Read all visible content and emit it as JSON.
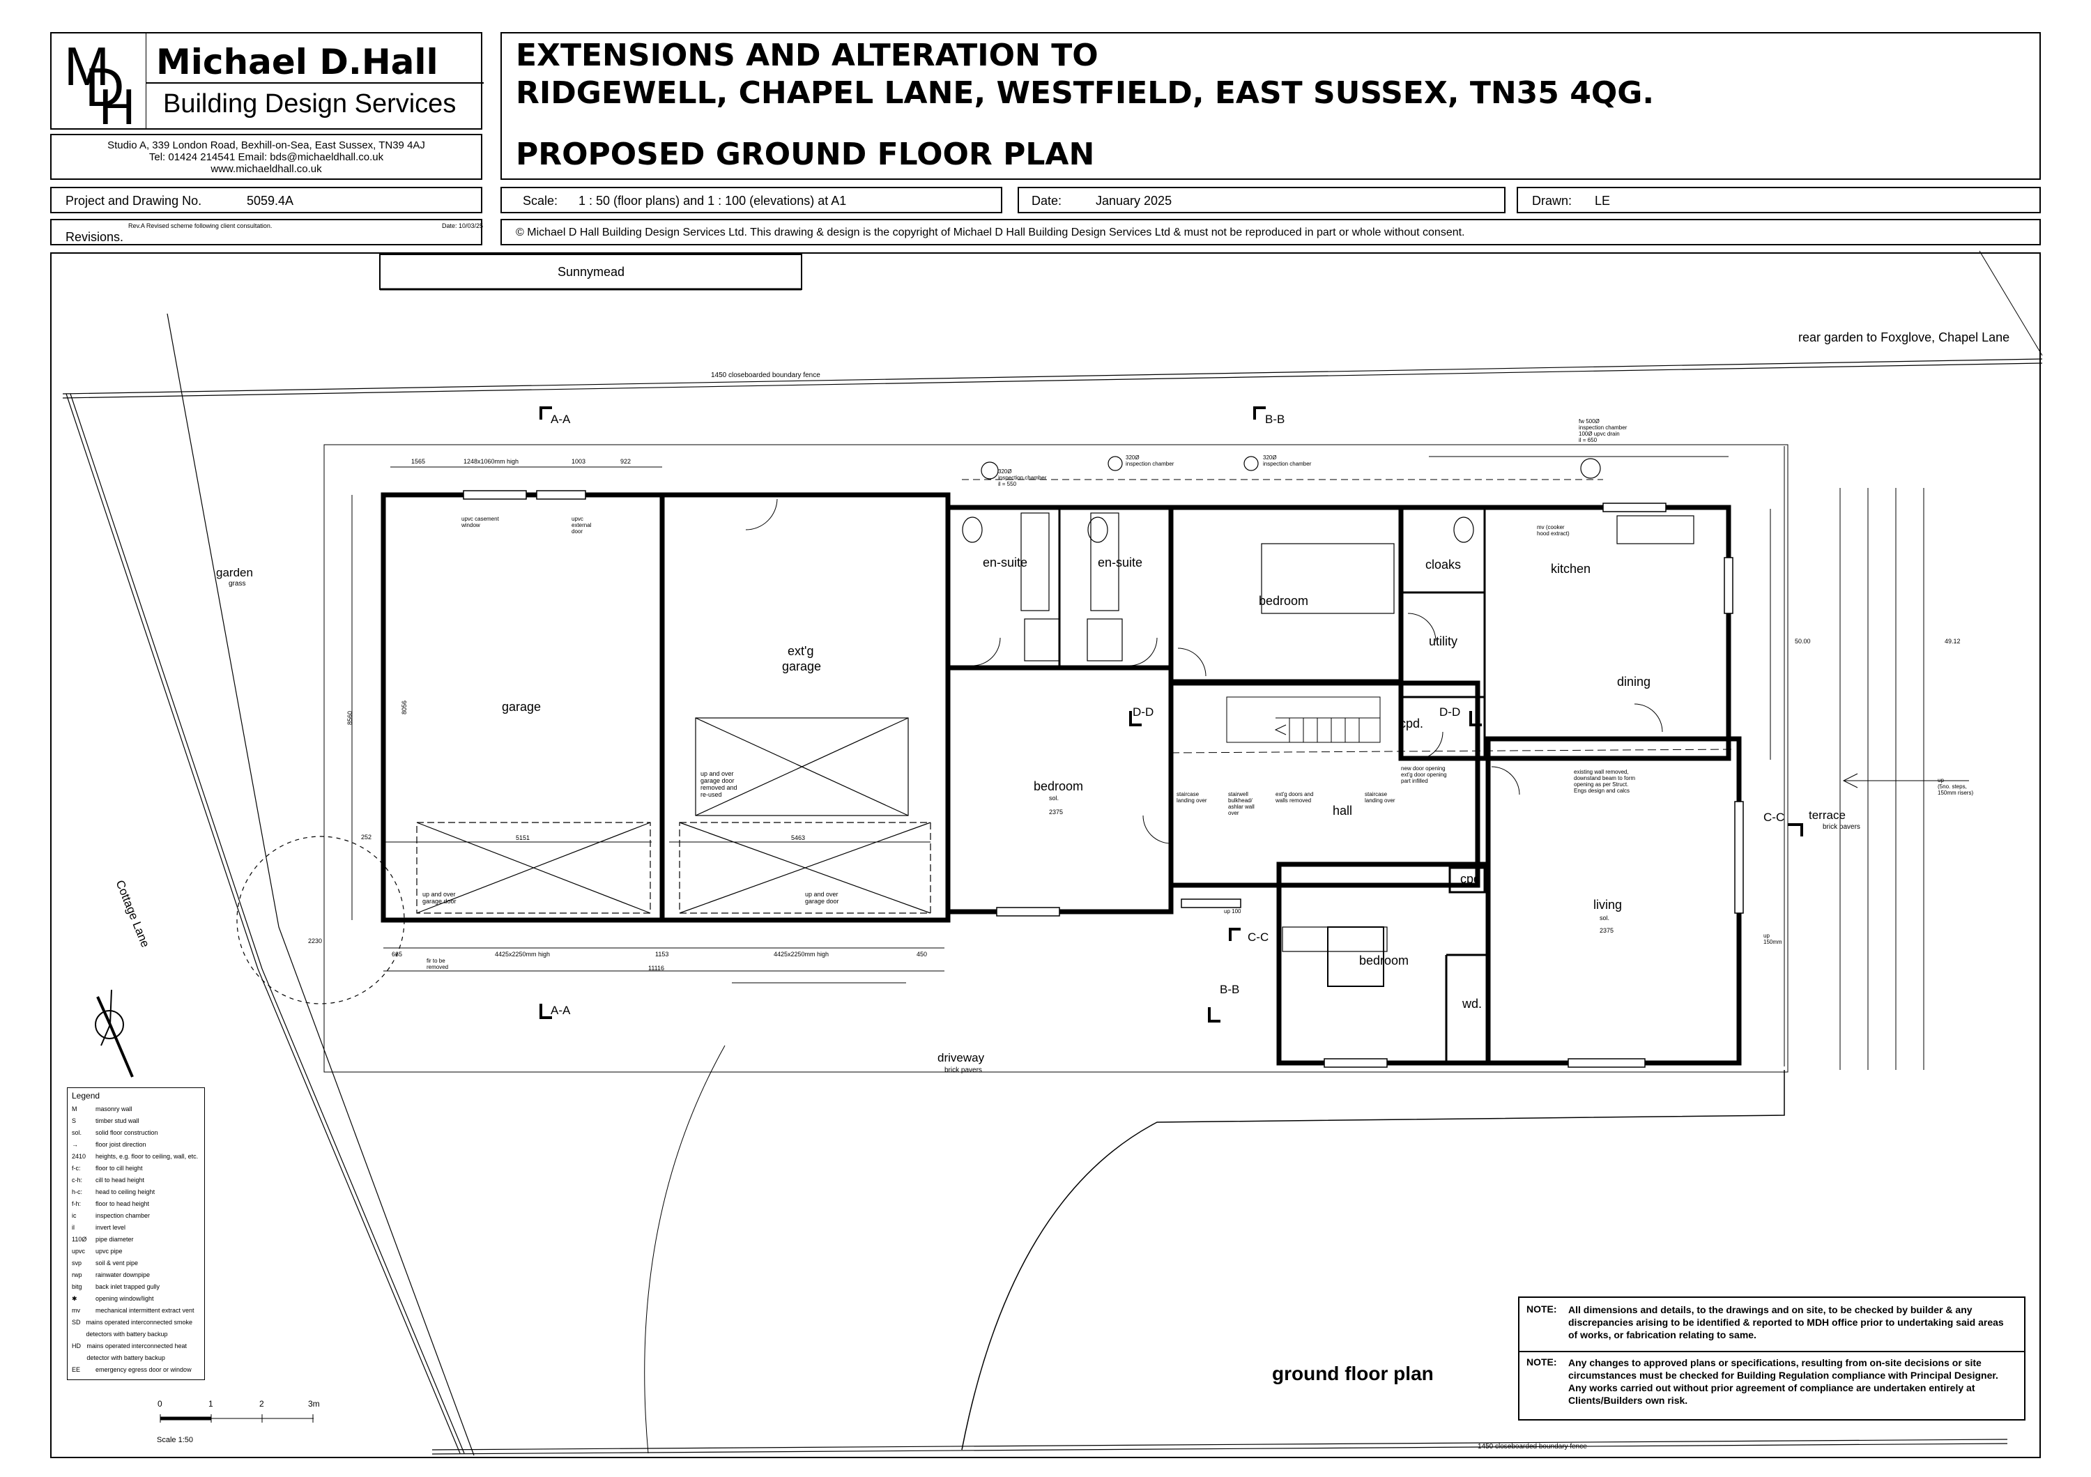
{
  "brand": {
    "monogram": "MDH",
    "name": "Michael D.Hall",
    "subtitle": "Building Design Services"
  },
  "office": {
    "address": "Studio A,  339 London Road,  Bexhill-on-Sea,  East Sussex,  TN39 4AJ",
    "contact": "Tel: 01424 214541    Email: bds@michaeldhall.co.uk",
    "web": "www.michaeldhall.co.uk"
  },
  "title": {
    "line1": "EXTENSIONS AND ALTERATION TO",
    "line2": "RIDGEWELL, CHAPEL LANE, WESTFIELD, EAST SUSSEX, TN35 4QG.",
    "line3": "PROPOSED GROUND FLOOR PLAN"
  },
  "info": {
    "project_label": "Project and Drawing No.",
    "project_no": "5059.4A",
    "scale_label": "Scale:",
    "scale_value": "1 : 50 (floor plans) and 1 : 100 (elevations) at A1",
    "date_label": "Date:",
    "date_value": "January 2025",
    "drawn_label": "Drawn:",
    "drawn_value": "LE",
    "revisions_label": "Revisions.",
    "rev_text": "Rev.A    Revised scheme following client consultation.",
    "rev_date": "Date: 10/03/25",
    "copyright": "© Michael D Hall Building Design Services Ltd. This drawing & design is the copyright of Michael D Hall Building Design Services Ltd & must not be reproduced in part or whole without consent."
  },
  "site": {
    "sunnymead": "Sunnymead",
    "rear_garden": "rear garden to Foxglove, Chapel Lane",
    "fence_top": "1450  closeboarded boundary fence",
    "fence_bottom": "1450  closeboarded boundary fence",
    "garden": "garden",
    "garden_sub": "grass",
    "cottage_lane": "Cottage Lane",
    "driveway": "driveway",
    "driveway_sub": "brick pavers",
    "terrace": "terrace",
    "terrace_sub": "brick pavers",
    "plan_title": "ground floor plan"
  },
  "rooms": {
    "garage": "garage",
    "ext_garage_1": "ext'g",
    "ext_garage_2": "garage",
    "ensuite_1": "en-suite",
    "ensuite_2": "en-suite",
    "bedroom_1": "bedroom",
    "bedroom_2": "bedroom",
    "bedroom_3": "bedroom",
    "cloaks": "cloaks",
    "kitchen": "kitchen",
    "utility": "utility",
    "dining": "dining",
    "cpd_1": "cpd.",
    "cpd_2": "cpd",
    "hall": "hall",
    "living": "living",
    "wd": "wd."
  },
  "sections": {
    "aa": "A-A",
    "bb": "B-B",
    "cc": "C-C",
    "dd": "D-D"
  },
  "annotations": {
    "garage_door_1": "up and over\ngarage door",
    "garage_door_2": "up and over\ngarage door",
    "old_garage_door": "up and over\ngarage door\nremoved and\nre-used",
    "door_size_1": "4425x2250mm high",
    "door_size_2": "4425x2250mm high",
    "dim_11116": "11116",
    "dim_665": "665",
    "dim_1153": "1153",
    "dim_450": "450",
    "dim_5151": "5151",
    "dim_5463": "5463",
    "dim_2230": "2230",
    "dim_252": "252",
    "dim_8560": "8560",
    "dim_8056": "8056",
    "dim_1565": "1565",
    "dim_1248": "1248x1060mm high",
    "dim_922": "922",
    "dim_1003": "1003",
    "win_note": "upvc casement\nwindow",
    "ext_door": "upvc\nexternal\ndoor",
    "inspection_1": "320Ø\ninspection chamber\nil = 550",
    "inspection_2": "320Ø\ninspection chamber",
    "inspection_3": "320Ø\ninspection chamber",
    "kitchen_ic": "fw 500Ø\ninspection chamber\n100Ø upvc drain\nil = 650",
    "mv_note": "mv (cooker\nhood extract)",
    "wall_removed": "existing wall removed,\ndownstand beam to form\nopening as per Struct.\nEngs design and calcs",
    "new_door": "new door opening\next'g door opening\npart infilled",
    "staircase_1": "staircase\nlanding over",
    "staircase_2": "staircase\nlanding over",
    "stairwell": "stairwell\nbulkhead/\nashlar wall\nover",
    "ext_doors": "ext'g doors and\nwalls removed",
    "up_100": "up 100",
    "up_steps": "up\n(5no. steps,\n150mm risers)",
    "up_150": "up\n150mm",
    "sol": "sol.",
    "h2375": "2375",
    "level_1": "49.12",
    "level_2": "50.00",
    "fir": "fir to be\nremoved"
  },
  "legend": {
    "title": "Legend",
    "items": [
      {
        "sym": "M",
        "text": "masonry wall"
      },
      {
        "sym": "S",
        "text": "timber stud wall"
      },
      {
        "sym": "sol.",
        "text": "solid floor construction"
      },
      {
        "sym": "→",
        "text": "floor joist direction"
      },
      {
        "sym": "2410",
        "text": "heights, e.g. floor to ceiling, wall, etc."
      },
      {
        "sym": "f-c:",
        "text": "floor to cill height"
      },
      {
        "sym": "c-h:",
        "text": "cill to head height"
      },
      {
        "sym": "h-c:",
        "text": "head to ceiling height"
      },
      {
        "sym": "f-h:",
        "text": "floor to head height"
      },
      {
        "sym": "ic",
        "text": "inspection chamber"
      },
      {
        "sym": "il",
        "text": "invert level"
      },
      {
        "sym": "110Ø",
        "text": "pipe diameter"
      },
      {
        "sym": "upvc",
        "text": "upvc pipe"
      },
      {
        "sym": "svp",
        "text": "soil & vent pipe"
      },
      {
        "sym": "rwp",
        "text": "rainwater downpipe"
      },
      {
        "sym": "bitg",
        "text": "back inlet trapped gully"
      },
      {
        "sym": "✱",
        "text": "opening window/light"
      },
      {
        "sym": "mv",
        "text": "mechanical intermittent extract vent"
      },
      {
        "sym": "SD",
        "text": "mains operated interconnected smoke detectors with battery backup"
      },
      {
        "sym": "HD",
        "text": "mains operated interconnected heat detector with battery backup"
      },
      {
        "sym": "EE",
        "text": "emergency egress door or window"
      }
    ]
  },
  "scale_bar": {
    "labels": [
      "0",
      "1",
      "2",
      "3m"
    ],
    "caption": "Scale 1:50"
  },
  "notes": {
    "label": "NOTE:",
    "note1": "All dimensions and details, to the drawings and on site, to be checked by builder & any discrepancies arising to be identified & reported to MDH office prior to undertaking said areas of works, or fabrication relating to same.",
    "note2": "Any changes to approved plans or specifications, resulting from on-site decisions or site circumstances must be checked for Building Regulation compliance with Principal Designer.  Any works carried out without prior agreement of compliance are undertaken entirely at Clients/Builders own risk."
  }
}
